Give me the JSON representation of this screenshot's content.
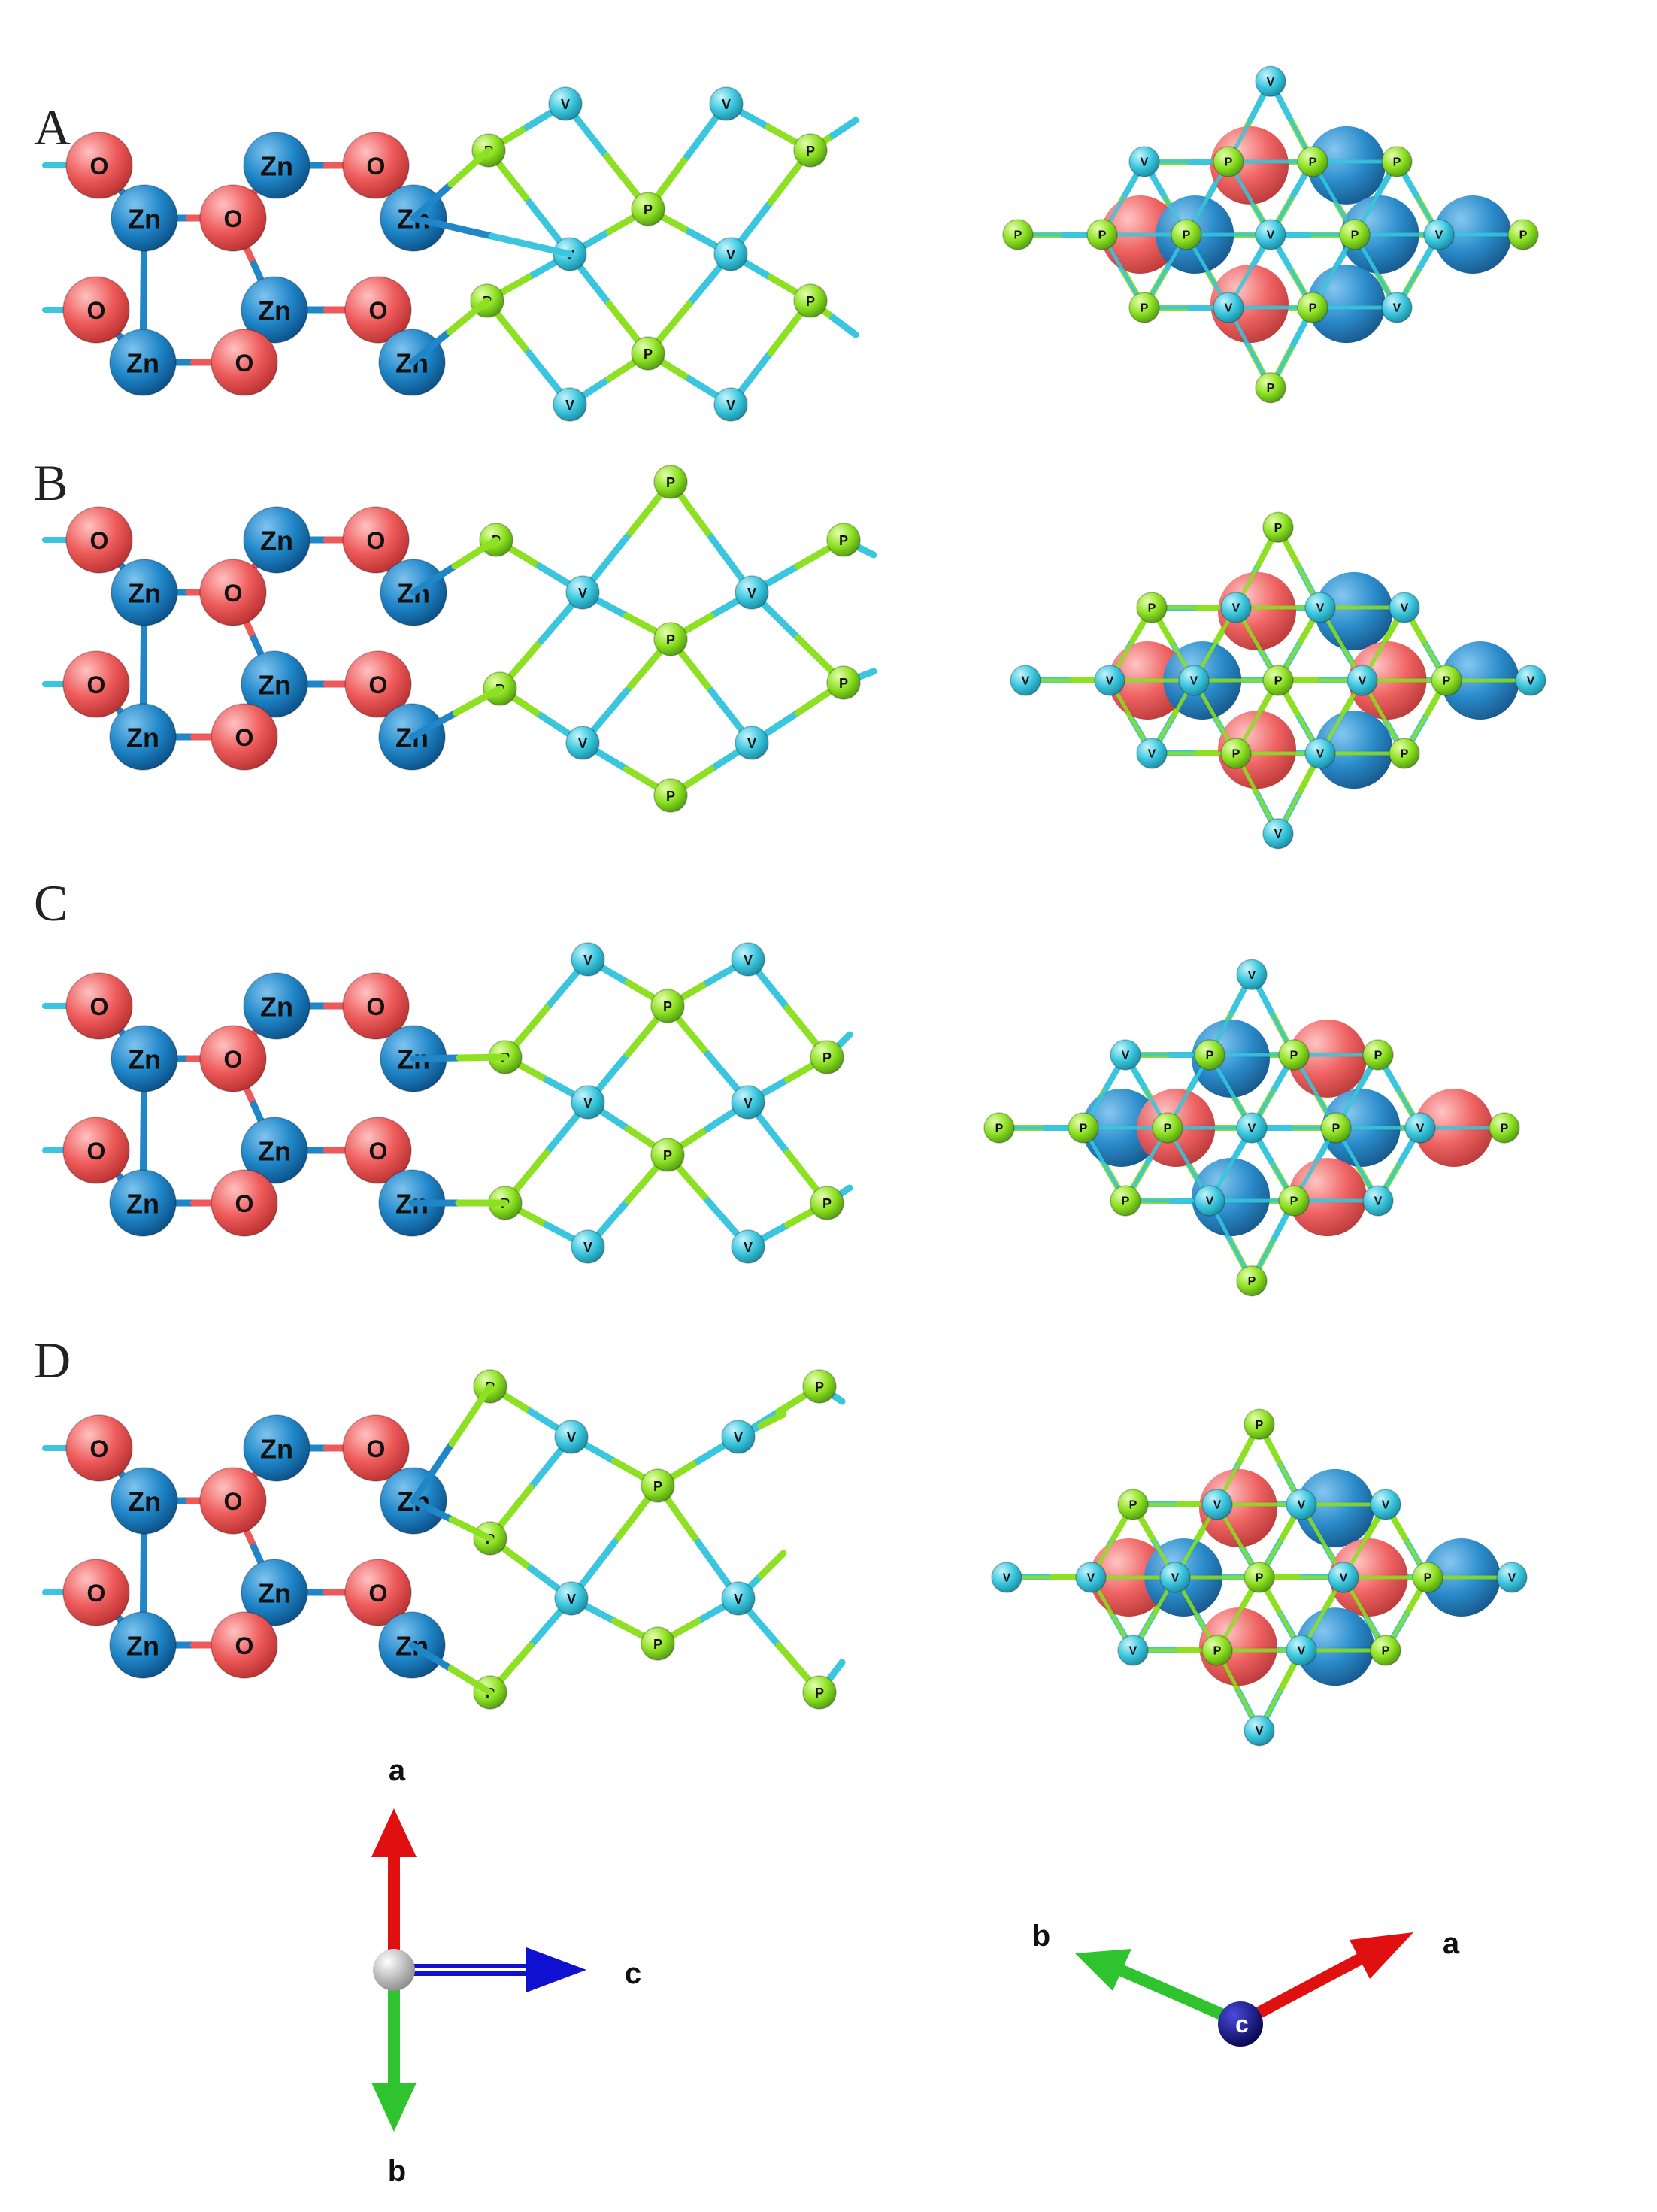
{
  "panels": [
    {
      "letter": "A"
    },
    {
      "letter": "B"
    },
    {
      "letter": "C"
    },
    {
      "letter": "D"
    }
  ],
  "atoms": {
    "Zn": {
      "label": "Zn",
      "color": "#1f86c8"
    },
    "O": {
      "label": "O",
      "color": "#ee5a5a"
    },
    "V": {
      "label": "V",
      "color": "#3ac6de"
    },
    "P": {
      "label": "P",
      "color": "#8ee022"
    }
  },
  "axes_side_view": {
    "a": "a",
    "b": "b",
    "c": "c"
  },
  "axes_top_view": {
    "a": "a",
    "b": "b",
    "c": "c"
  },
  "colors": {
    "axis_a": "#e01010",
    "axis_b": "#2fc42f",
    "axis_c": "#1010d0",
    "axis_origin_side": "#c8c8c8",
    "axis_origin_top": "#0a0a90"
  }
}
